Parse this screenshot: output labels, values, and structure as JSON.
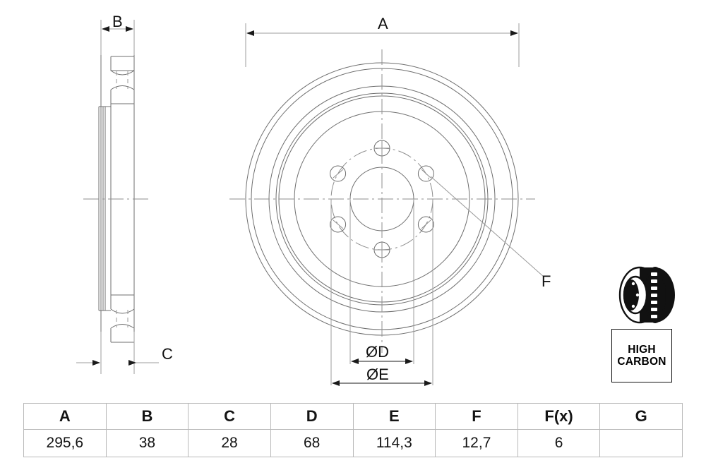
{
  "drawing": {
    "type": "brake-disc-technical-drawing",
    "views": {
      "side_section": {
        "name": "side-section-view"
      },
      "front": {
        "name": "front-view"
      }
    },
    "dimension_labels": {
      "a": "A",
      "b": "B",
      "c": "C",
      "d": "ØD",
      "e": "ØE",
      "f": "F"
    }
  },
  "badge": {
    "icon": "brake-disc-icon",
    "line1": "HIGH",
    "line2": "CARBON"
  },
  "table": {
    "headers": [
      "A",
      "B",
      "C",
      "D",
      "E",
      "F",
      "F(x)",
      "G"
    ],
    "values": [
      "295,6",
      "38",
      "28",
      "68",
      "114,3",
      "12,7",
      "6",
      ""
    ]
  },
  "colors": {
    "line": "#6f6f6f",
    "line_dark": "#111111",
    "table_border": "#b9b9b9",
    "background": "#ffffff"
  }
}
